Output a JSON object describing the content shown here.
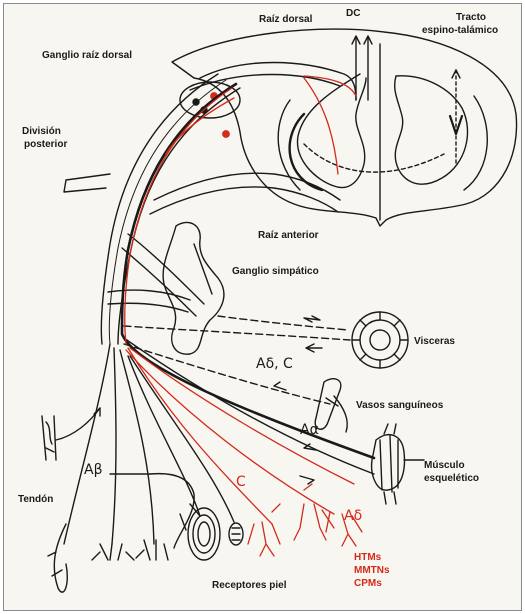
{
  "labels": {
    "raiz_dorsal": "Raíz dorsal",
    "dc": "DC",
    "tracto_line1": "Tracto",
    "tracto_line2": "espino-talámico",
    "ganglio_raiz_dorsal": "Ganglio raíz dorsal",
    "division_line1": "División",
    "division_line2": "posterior",
    "raiz_anterior": "Raíz anterior",
    "ganglio_simpatico": "Ganglio simpático",
    "visceras": "Visceras",
    "vasos_sanguineos": "Vasos sanguíneos",
    "musculo_line1": "Músculo",
    "musculo_line2": "esquelético",
    "tendon": "Tendón",
    "receptores_piel": "Receptores piel",
    "htms": "HTMs",
    "mmtns": "MMTNs",
    "cpms": "CPMs"
  },
  "fibers": {
    "ad_c": "Aδ, C",
    "ab": "Aβ",
    "aa": "Aα",
    "c": "C",
    "ad": "Aδ"
  },
  "colors": {
    "ink": "#1a1a1a",
    "nociceptive_red": "#d42a1a",
    "background": "#f7f6f1"
  }
}
